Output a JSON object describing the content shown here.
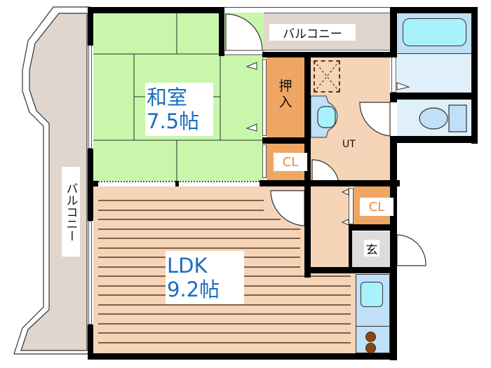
{
  "floor_plan": {
    "rooms": {
      "washitsu": {
        "label": "和室",
        "size": "7.5帖",
        "color": "#c8f7ab"
      },
      "ldk": {
        "label": "LDK",
        "size": "9.2帖",
        "color": "#f5d4b8"
      },
      "oshiire": {
        "label": "押入",
        "color": "#efa664"
      },
      "closet_upper": {
        "label": "CL",
        "color": "#efa664"
      },
      "closet_lower": {
        "label": "CL",
        "color": "#efa664"
      },
      "utility": {
        "label": "UT",
        "color": "#f5d4b8"
      },
      "genkan": {
        "label": "玄",
        "color": "#dcdcdc"
      },
      "balcony_top": {
        "label": "バルコニー",
        "color": "#e0d6cd"
      },
      "balcony_left": {
        "label": "バルコニー",
        "color": "#e0d6cd"
      },
      "bath": {
        "color": "#bfe0f7"
      },
      "toilet": {
        "color": "#dff0fb"
      },
      "kitchen": {
        "color": "#bfe0f7"
      }
    },
    "label_colors": {
      "main": "#1a6dbd",
      "closet": "#e88a3c",
      "minor": "#111111"
    }
  }
}
